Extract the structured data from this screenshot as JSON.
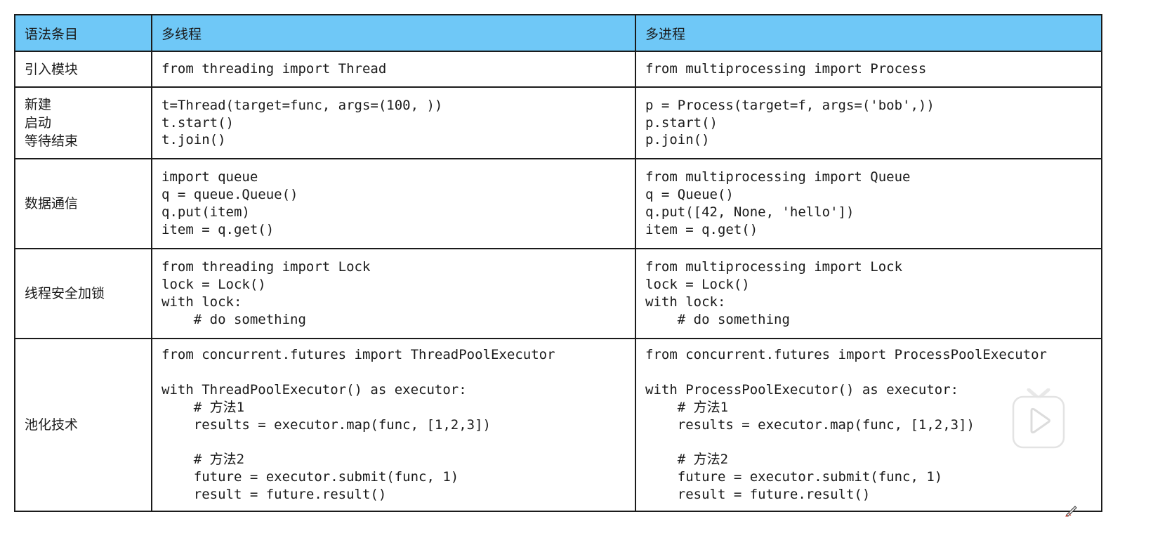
{
  "table": {
    "headers": [
      "语法条目",
      "多线程",
      "多进程"
    ],
    "rows": [
      {
        "label": "引入模块",
        "thread": "from threading import Thread",
        "process": "from multiprocessing import Process"
      },
      {
        "label": "新建\n启动\n等待结束",
        "thread": "t=Thread(target=func, args=(100, ))\nt.start()\nt.join()",
        "process": "p = Process(target=f, args=('bob',))\np.start()\np.join()"
      },
      {
        "label": "数据通信",
        "thread": "import queue\nq = queue.Queue()\nq.put(item)\nitem = q.get()",
        "process": "from multiprocessing import Queue\nq = Queue()\nq.put([42, None, 'hello'])\nitem = q.get()"
      },
      {
        "label": "线程安全加锁",
        "thread": "from threading import Lock\nlock = Lock()\nwith lock:\n    # do something",
        "process": "from multiprocessing import Lock\nlock = Lock()\nwith lock:\n    # do something"
      },
      {
        "label": "池化技术",
        "thread": "from concurrent.futures import ThreadPoolExecutor\n\nwith ThreadPoolExecutor() as executor:\n    # 方法1\n    results = executor.map(func, [1,2,3])\n\n    # 方法2\n    future = executor.submit(func, 1)\n    result = future.result()",
        "process": "from concurrent.futures import ProcessPoolExecutor\n\nwith ProcessPoolExecutor() as executor:\n    # 方法1\n    results = executor.map(func, [1,2,3])\n\n    # 方法2\n    future = executor.submit(func, 1)\n    result = future.result()"
      }
    ]
  },
  "overlay": {
    "play_icon": "tv-play-icon",
    "pen_icon": "pen-icon"
  },
  "colors": {
    "header_bg": "#6fc8f7",
    "border": "#1b1b1b"
  }
}
